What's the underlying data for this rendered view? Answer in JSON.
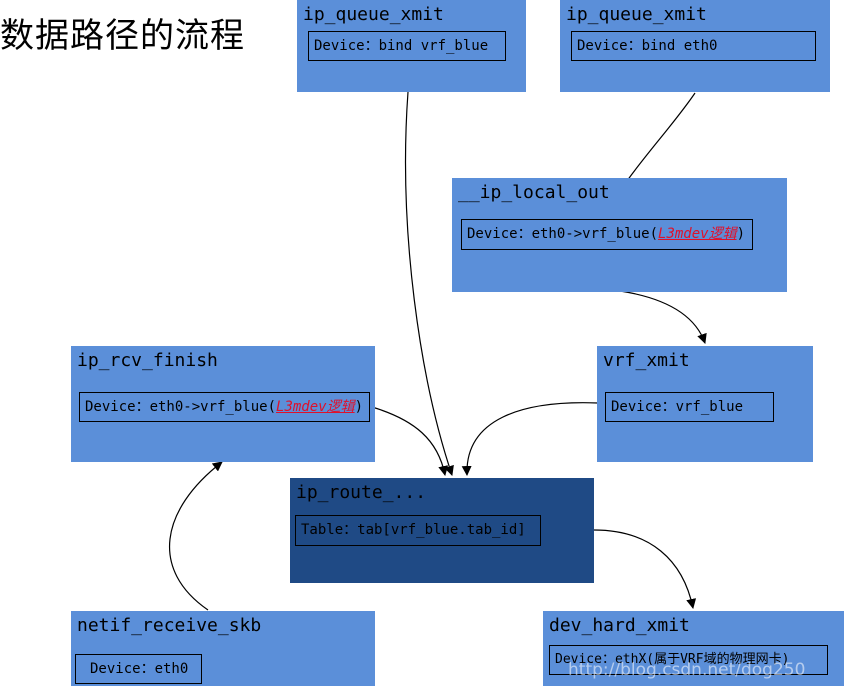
{
  "title": "数据路径的流程",
  "nodes": {
    "ipq1": {
      "name": "ip_queue_xmit",
      "detail": "Device：bind vrf_blue"
    },
    "ipq2": {
      "name": "ip_queue_xmit",
      "detail": "Device：bind eth0"
    },
    "localout": {
      "name": "__ip_local_out",
      "detail_prefix": "Device：eth0->vrf_blue(",
      "detail_link": "L3mdev逻辑",
      "detail_suffix": ")"
    },
    "rcvfinish": {
      "name": "ip_rcv_finish",
      "detail_prefix": "Device：eth0->vrf_blue(",
      "detail_link": "L3mdev逻辑",
      "detail_suffix": ")"
    },
    "vrfxmit": {
      "name": "vrf_xmit",
      "detail": "Device：vrf_blue"
    },
    "route": {
      "name": "ip_route_...",
      "detail": "Table：tab[vrf_blue.tab_id]"
    },
    "netif": {
      "name": "netif_receive_skb",
      "detail": "Device：eth0"
    },
    "hardxmit": {
      "name": "dev_hard_xmit",
      "detail": "Device：ethX(属于VRF域的物理网卡)"
    }
  },
  "colors": {
    "box": "#5b8fd9",
    "box_dark": "#1f4a85",
    "link_text": "#e0102a",
    "arrow": "#000000"
  },
  "watermark": "http://blog.csdn.net/dog250"
}
